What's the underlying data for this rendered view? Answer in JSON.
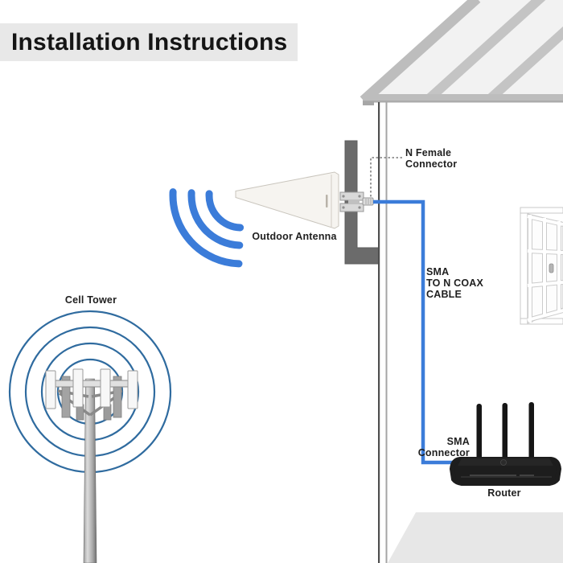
{
  "title": {
    "text": "Installation Instructions"
  },
  "labels": {
    "n_female_connector": "N Female\nConnector",
    "outdoor_antenna": "Outdoor Antenna",
    "sma_to_n_coax_cable": "SMA\nTO N COAX\nCABLE",
    "cell_tower": "Cell Tower",
    "sma_connector": "SMA\nConnector",
    "router": "Router"
  },
  "figures": [
    "house-roof",
    "house-wall",
    "open-window",
    "floor",
    "outdoor-antenna",
    "antenna-mast",
    "n-female-connector",
    "signal-waves",
    "cell-tower",
    "coax-cable",
    "wifi-router"
  ],
  "colors": {
    "title_bar_bg": "#e8e8e8",
    "cable_blue": "#3b7cd9",
    "ring_blue": "#2f6b9f",
    "roof_gray": "#bdbdbd",
    "roof_panel": "#f2f2f2",
    "label_text": "#1f1f1f",
    "router_black": "#1d1d1d",
    "pole_gray": "#6b6b6b"
  }
}
